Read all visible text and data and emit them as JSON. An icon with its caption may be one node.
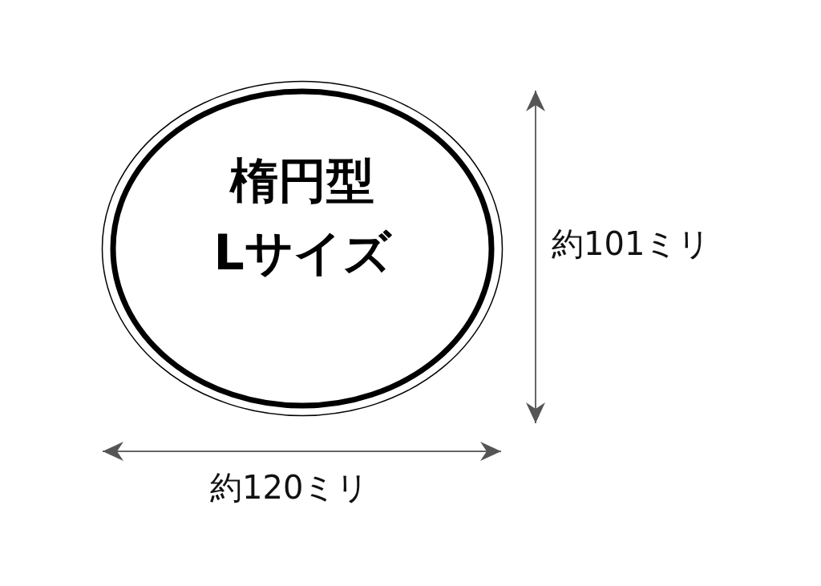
{
  "diagram": {
    "nodes": [
      {
        "text": [
          "楕円型",
          "Lサイズ"
        ]
      }
    ],
    "labels": [
      "約101ミリ",
      "約120ミリ"
    ]
  }
}
